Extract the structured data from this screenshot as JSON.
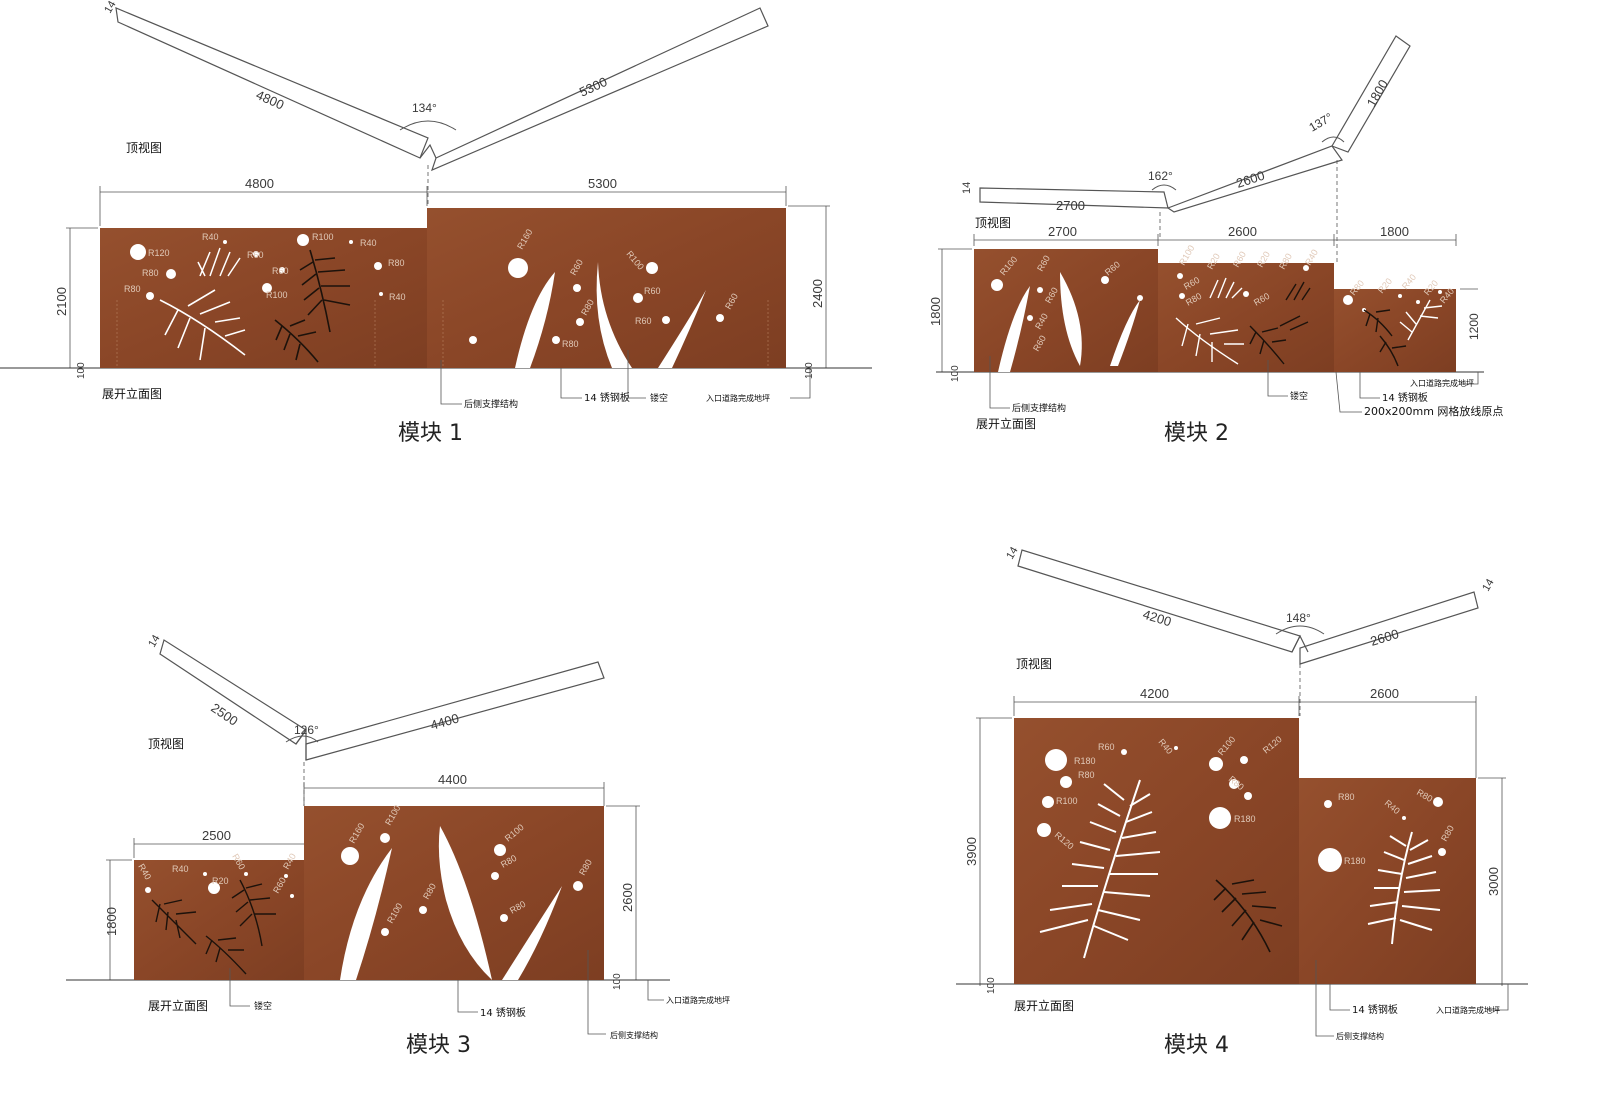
{
  "colors": {
    "panel": "#8e4a2a",
    "panel_dark": "#6e3518",
    "line": "#555555",
    "cutout": "#ffffff",
    "leaf_dark": "#2a1a10"
  },
  "view_labels": {
    "top_view": "顶视图",
    "elevation": "展开立面图"
  },
  "modules": [
    {
      "title": "模块 1",
      "angle": "134°",
      "thickness": "14",
      "plan_lengths": [
        "4800",
        "5300"
      ],
      "widths": [
        "4800",
        "5300"
      ],
      "heights": [
        "2100",
        "2400"
      ],
      "base": "100",
      "callouts": [
        "后侧支撑结构",
        "14 锈钢板",
        "镂空",
        "入口道路完成地坪"
      ],
      "radii": [
        "R120",
        "R40",
        "R60",
        "R100",
        "R40",
        "R80",
        "R80",
        "R60",
        "R80",
        "R100",
        "R40",
        "R160",
        "R100",
        "R60",
        "R60",
        "R80",
        "R60",
        "R80",
        "R60"
      ]
    },
    {
      "title": "模块 2",
      "angles": [
        "162°",
        "137°"
      ],
      "thickness": "14",
      "plan_lengths": [
        "2700",
        "2600",
        "1800"
      ],
      "widths": [
        "2700",
        "2600",
        "1800"
      ],
      "heights": [
        "1800",
        "1500",
        "1200"
      ],
      "base": "100",
      "callouts": [
        "后侧支撑结构",
        "镂空",
        "14 锈钢板",
        "入口道路完成地坪",
        "200x200mm 网格放线原点"
      ],
      "radii": [
        "R100",
        "R60",
        "R60",
        "R60",
        "R40",
        "R60",
        "R100",
        "R20",
        "R60",
        "R20",
        "R80",
        "R40",
        "R60",
        "R80",
        "R60",
        "R80",
        "R20",
        "R40",
        "R20",
        "R40"
      ]
    },
    {
      "title": "模块 3",
      "angle": "126°",
      "thickness": "14",
      "plan_lengths": [
        "2500",
        "4400"
      ],
      "widths": [
        "2500",
        "4400"
      ],
      "heights": [
        "1800",
        "2600"
      ],
      "base": "100",
      "callouts": [
        "镂空",
        "14 锈钢板",
        "入口道路完成地坪",
        "后侧支撑结构"
      ],
      "radii": [
        "R40",
        "R60",
        "R20",
        "R40",
        "R40",
        "R60",
        "R160",
        "R100",
        "R100",
        "R80",
        "R80",
        "R100",
        "R80",
        "R80"
      ]
    },
    {
      "title": "模块 4",
      "angle": "148°",
      "thickness": "14",
      "plan_lengths": [
        "4200",
        "2600"
      ],
      "widths": [
        "4200",
        "2600"
      ],
      "heights": [
        "3900",
        "3000"
      ],
      "base": "100",
      "callouts": [
        "14 锈钢板",
        "入口道路完成地坪",
        "后侧支撑结构"
      ],
      "radii": [
        "R60",
        "R40",
        "R100",
        "R120",
        "R180",
        "R80",
        "R80",
        "R100",
        "R180",
        "R120",
        "R80",
        "R40",
        "R80",
        "R180",
        "R80"
      ]
    }
  ]
}
